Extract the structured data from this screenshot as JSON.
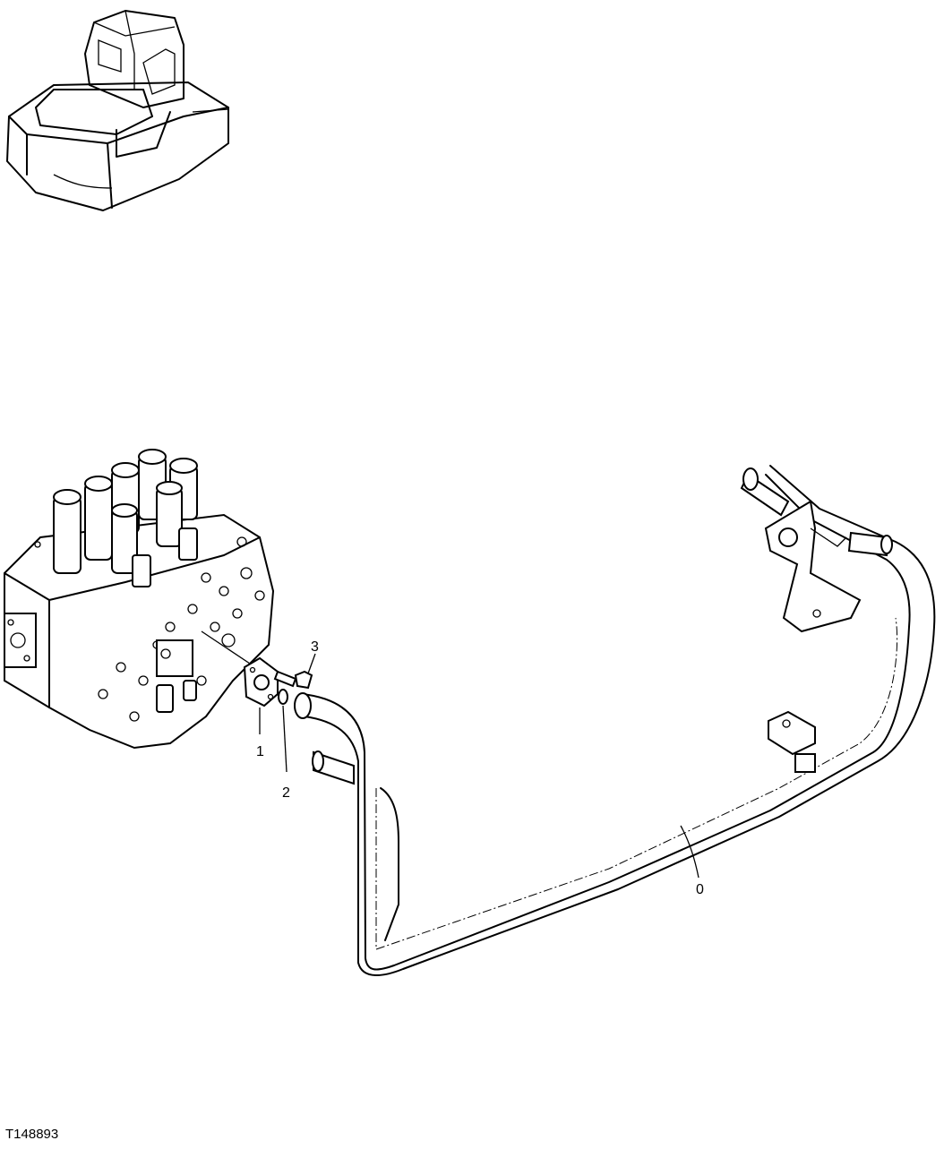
{
  "figure_id": "T148893",
  "callouts": {
    "c0": "0",
    "c1": "1",
    "c2": "2",
    "c3": "3"
  }
}
